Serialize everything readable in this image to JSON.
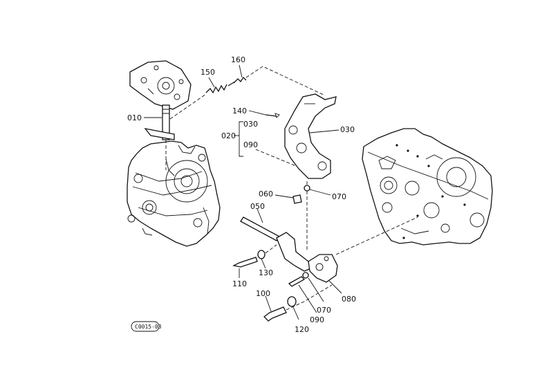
{
  "callouts": {
    "p010": "010",
    "p020": "020",
    "p030a": "030",
    "p030b": "030",
    "p050": "050",
    "p060": "060",
    "p070a": "070",
    "p070b": "070",
    "p080": "080",
    "p090a": "090",
    "p090b": "090",
    "p100": "100",
    "p110": "110",
    "p120": "120",
    "p130": "130",
    "p140": "140",
    "p150": "150",
    "p160": "160"
  },
  "drawing_code": "C0015-03"
}
